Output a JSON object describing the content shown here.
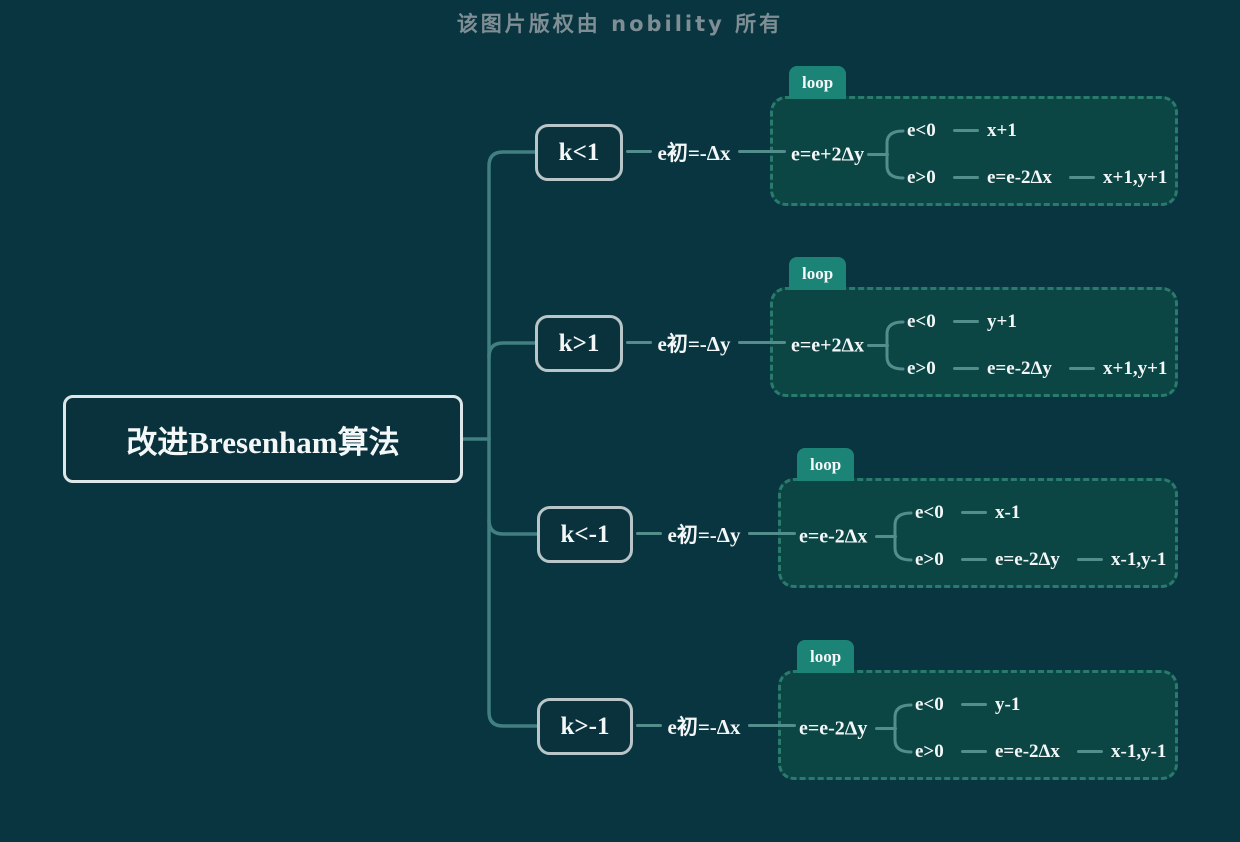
{
  "watermark": "该图片版权由 nobility 所有",
  "root": {
    "label": "改进Bresenham算法"
  },
  "branches": [
    {
      "condition": "k<1",
      "init": "e初=-Δx",
      "loop_tag": "loop",
      "update": "e=e+2Δy",
      "cases": [
        {
          "cond": "e<0",
          "steps": [
            "x+1"
          ]
        },
        {
          "cond": "e>0",
          "steps": [
            "e=e-2Δx",
            "x+1,y+1"
          ]
        }
      ]
    },
    {
      "condition": "k>1",
      "init": "e初=-Δy",
      "loop_tag": "loop",
      "update": "e=e+2Δx",
      "cases": [
        {
          "cond": "e<0",
          "steps": [
            "y+1"
          ]
        },
        {
          "cond": "e>0",
          "steps": [
            "e=e-2Δy",
            "x+1,y+1"
          ]
        }
      ]
    },
    {
      "condition": "k<-1",
      "init": "e初=-Δy",
      "loop_tag": "loop",
      "update": "e=e-2Δx",
      "cases": [
        {
          "cond": "e<0",
          "steps": [
            "x-1"
          ]
        },
        {
          "cond": "e>0",
          "steps": [
            "e=e-2Δy",
            "x-1,y-1"
          ]
        }
      ]
    },
    {
      "condition": "k>-1",
      "init": "e初=-Δx",
      "loop_tag": "loop",
      "update": "e=e-2Δy",
      "cases": [
        {
          "cond": "e<0",
          "steps": [
            "y-1"
          ]
        },
        {
          "cond": "e>0",
          "steps": [
            "e=e-2Δx",
            "x-1,y-1"
          ]
        }
      ]
    }
  ],
  "colors": {
    "background": "#083540",
    "node_fill": "#0a323c",
    "root_border": "#dde6e8",
    "branch_border": "#b9c6c9",
    "loop_group_fill": "#0b4645",
    "loop_group_dash": "#2b7a6e",
    "loop_tag_fill": "#1b8477",
    "edge": "#417f80",
    "inner_link": "#538e8c",
    "text": "#f4f7f7",
    "watermark_text": "#7f8e94"
  }
}
